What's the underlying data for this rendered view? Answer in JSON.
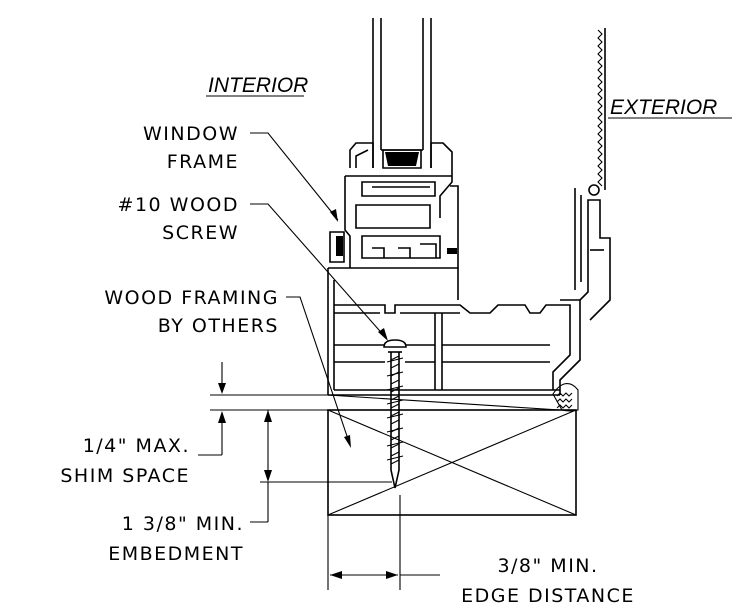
{
  "labels": {
    "interior": "INTERIOR",
    "exterior": "EXTERIOR",
    "window_frame_1": "WINDOW",
    "window_frame_2": "FRAME",
    "screw_1": "#10 WOOD",
    "screw_2": "SCREW",
    "framing_1": "WOOD FRAMING",
    "framing_2": "BY OTHERS",
    "shim_1": "1/4\" MAX.",
    "shim_2": "SHIM SPACE",
    "embed_1": "1 3/8\" MIN.",
    "embed_2": "EMBEDMENT",
    "edge_1": "3/8\" MIN.",
    "edge_2": "EDGE DISTANCE"
  }
}
